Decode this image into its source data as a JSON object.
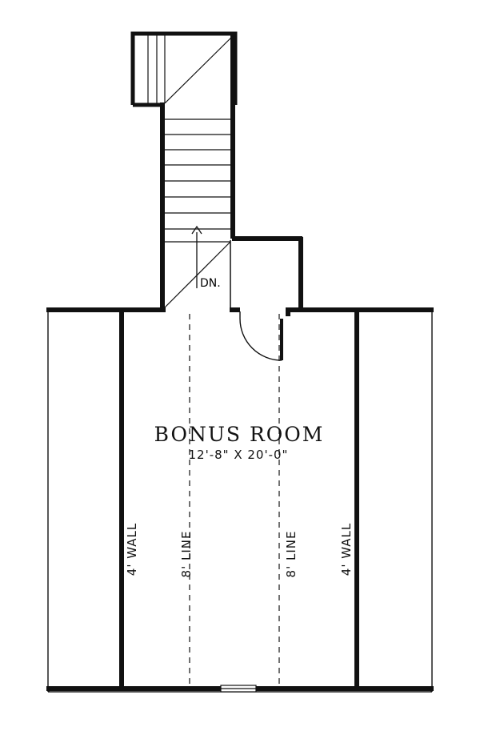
{
  "room": {
    "name": "BONUS ROOM",
    "dimensions": "12'-8\" X 20'-0\""
  },
  "labels": {
    "left_wall": "4' WALL",
    "right_wall": "4' WALL",
    "left_line": "8' LINE",
    "right_line": "8' LINE",
    "stair_direction": "DN."
  },
  "colors": {
    "ink": "#111111",
    "paper": "#ffffff"
  }
}
